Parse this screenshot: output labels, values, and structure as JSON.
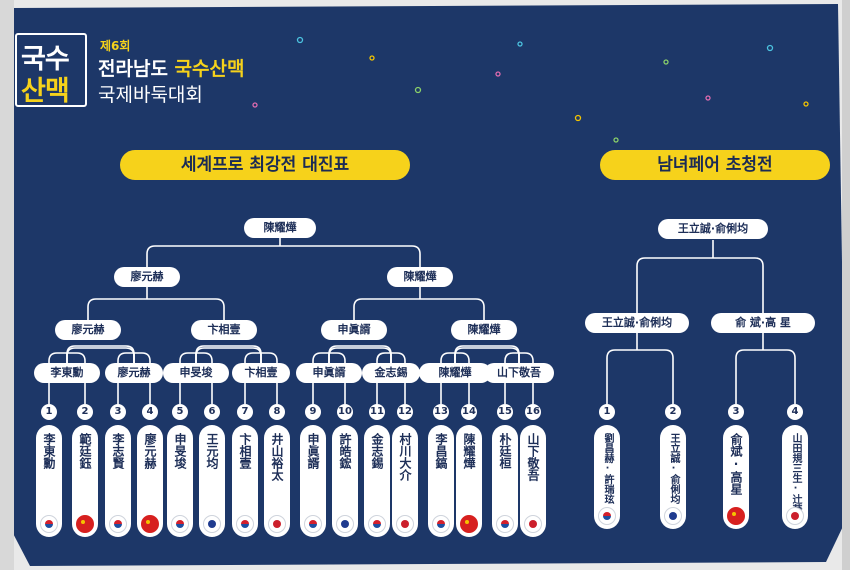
{
  "event": {
    "logo_top": "국수",
    "logo_bottom": "산맥",
    "edition": "제6회",
    "title_prefix": "전라남도 ",
    "title_highlight": "국수산맥",
    "subtitle": "국제바둑대회"
  },
  "colors": {
    "background": "#1d3768",
    "accent": "#f6d21b",
    "line": "#ffffff"
  },
  "left_bracket": {
    "banner": "세계프로 최강전 대진표",
    "champion": "陳耀燁",
    "semifinal": [
      "廖元赫",
      "陳耀燁"
    ],
    "quarterfinal": [
      "廖元赫",
      "卞相壹",
      "申眞諝",
      "陳耀燁"
    ],
    "round16": [
      "李東勳",
      "廖元赫",
      "申旻埈",
      "卞相壹",
      "申眞諝",
      "金志錫",
      "陳耀燁",
      "山下敬吾"
    ],
    "players": [
      {
        "seed": "1",
        "name": "李東勳",
        "flag": "kr"
      },
      {
        "seed": "2",
        "name": "範廷鈺",
        "flag": "cn"
      },
      {
        "seed": "3",
        "name": "李志賢",
        "flag": "kr"
      },
      {
        "seed": "4",
        "name": "廖元赫",
        "flag": "cn"
      },
      {
        "seed": "5",
        "name": "申旻埈",
        "flag": "kr"
      },
      {
        "seed": "6",
        "name": "王元均",
        "flag": "tw"
      },
      {
        "seed": "7",
        "name": "卞相壹",
        "flag": "kr"
      },
      {
        "seed": "8",
        "name": "井山裕太",
        "flag": "jp"
      },
      {
        "seed": "9",
        "name": "申眞諝",
        "flag": "kr"
      },
      {
        "seed": "10",
        "name": "許皓鋐",
        "flag": "tw"
      },
      {
        "seed": "11",
        "name": "金志錫",
        "flag": "kr"
      },
      {
        "seed": "12",
        "name": "村川大介",
        "flag": "jp"
      },
      {
        "seed": "13",
        "name": "李昌鎬",
        "flag": "kr"
      },
      {
        "seed": "14",
        "name": "陳耀燁",
        "flag": "cn"
      },
      {
        "seed": "15",
        "name": "朴廷桓",
        "flag": "kr"
      },
      {
        "seed": "16",
        "name": "山下敬吾",
        "flag": "jp"
      }
    ]
  },
  "right_bracket": {
    "banner": "남녀페어 초청전",
    "champion": "王立誠·俞俐均",
    "semifinal": [
      "王立誠·俞俐均",
      "俞 斌·高 星"
    ],
    "players": [
      {
        "seed": "1",
        "name": "劉昌赫·許瑞玹",
        "flag": "kr"
      },
      {
        "seed": "2",
        "name": "王立誠·俞俐均",
        "flag": "tw"
      },
      {
        "seed": "3",
        "name": "俞斌·高星",
        "flag": "cn"
      },
      {
        "seed": "4",
        "name": "山田規三生·辻華",
        "flag": "jp"
      }
    ]
  }
}
